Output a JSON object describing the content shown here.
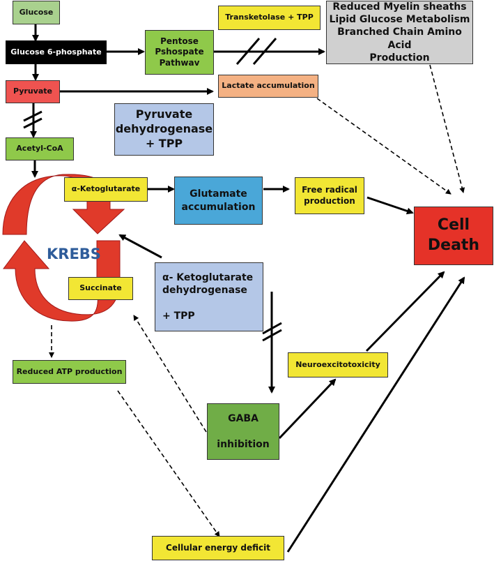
{
  "colors": {
    "light_green": "#a9d18e",
    "green": "#8fc94a",
    "dark_green": "#70ad47",
    "black": "#000000",
    "red": "#ef5350",
    "cell_death_red": "#e53228",
    "yellow": "#f2e634",
    "orange": "#f4b183",
    "gray": "#d0d0d0",
    "lavender": "#b4c7e7",
    "blue": "#4aa7d8",
    "krebs_text": "#2e5c9a",
    "krebs_arrow": "#e03a2a"
  },
  "nodes": {
    "glucose": "Glucose",
    "g6p": "Glucose 6-phosphate",
    "ppp": "Pentose\nPshospate\nPathwav",
    "transketolase": "Transketolase + TPP",
    "reduced_myelin": "Reduced Myelin sheaths\nLipid Glucose Metabolism\nBranched Chain Amino Acid\nProduction",
    "pyruvate": "Pyruvate",
    "lactate": "Lactate accumulation",
    "pdh": "Pyruvate\ndehydrogenase\n+ TPP",
    "acetyl_coa": "Acetyl-CoA",
    "akg": "α-Ketoglutarate",
    "glutamate": "Glutamate\naccumulation",
    "free_radical": "Free radical\nproduction",
    "cell_death": "Cell\nDeath",
    "krebs": "KREBS",
    "succinate": "Succinate",
    "akgdh": "α- Ketoglutarate\ndehydrogenase\n\n + TPP",
    "reduced_atp": "Reduced ATP production",
    "neuroexcitotoxicity": "Neuroexcitotoxicity",
    "gaba": "GABA\n\ninhibition",
    "energy_deficit": "Cellular energy deficit"
  }
}
